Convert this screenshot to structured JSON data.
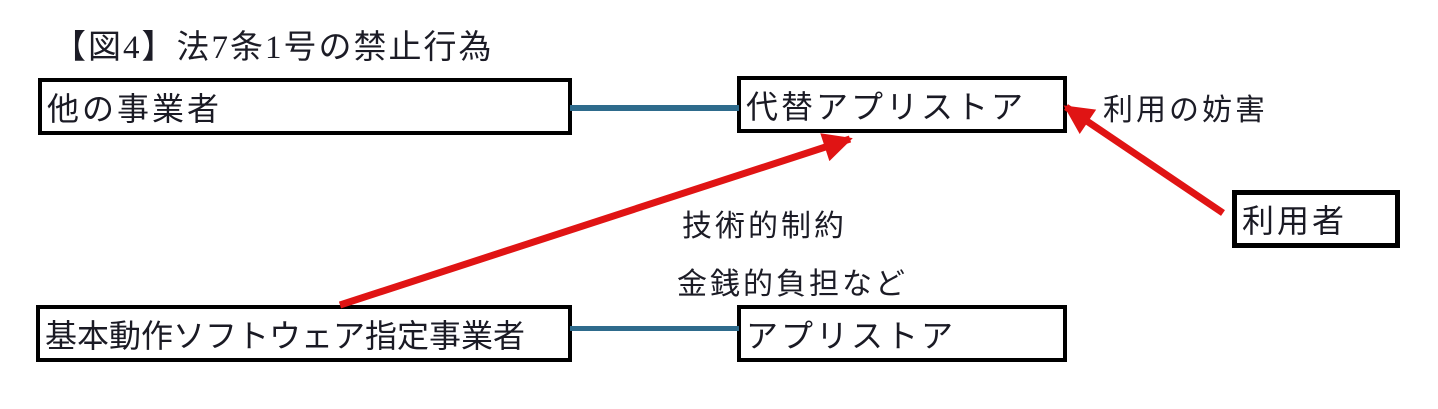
{
  "title": "【図4】法7条1号の禁止行為",
  "diagram": {
    "boxes": {
      "other_business": {
        "label": "他の事業者"
      },
      "alt_app_store": {
        "label": "代替アプリストア"
      },
      "user": {
        "label": "利用者"
      },
      "designated_provider": {
        "label": "基本動作ソフトウェア指定事業者"
      },
      "app_store": {
        "label": "アプリストア"
      }
    },
    "annotations": {
      "interference": "利用の妨害",
      "technical_restriction": "技術的制約",
      "financial_burden": "金銭的負担など"
    },
    "relations": [
      {
        "from": "other_business",
        "to": "alt_app_store",
        "style": "teal-line"
      },
      {
        "from": "designated_provider",
        "to": "app_store",
        "style": "teal-line"
      },
      {
        "from": "designated_provider",
        "to": "alt_app_store",
        "style": "red-arrow",
        "label": "技術的制約 金銭的負担など"
      },
      {
        "from": "user",
        "to": "alt_app_store",
        "style": "red-arrow",
        "label": "利用の妨害"
      }
    ],
    "colors": {
      "box_border": "#000000",
      "connector": "#2e6b8c",
      "arrow": "#e01414",
      "text": "#1c1c26",
      "background": "#ffffff"
    }
  }
}
